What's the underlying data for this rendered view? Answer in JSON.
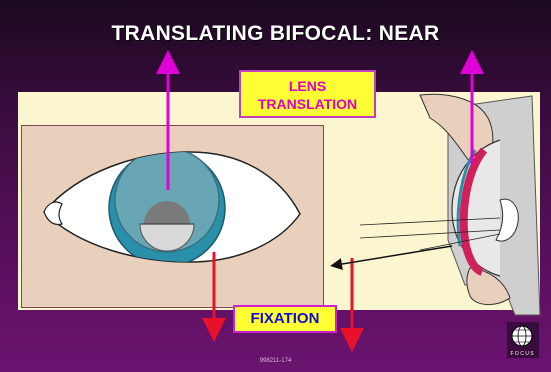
{
  "slide": {
    "title": "TRANSLATING BIFOCAL: NEAR",
    "lens_label_line1": "LENS",
    "lens_label_line2": "TRANSLATION",
    "fixation_label": "FIXATION",
    "code": "998211-174",
    "logo_text": "F O C U S"
  },
  "colors": {
    "background": "#5a0f5e",
    "panel": "#fbf6cf",
    "skin": "#e9d0bc",
    "iris": "#2a8fa8",
    "lens": "#6fa9b7",
    "arrow_up": "#e000d8",
    "arrow_down": "#e8102a"
  }
}
